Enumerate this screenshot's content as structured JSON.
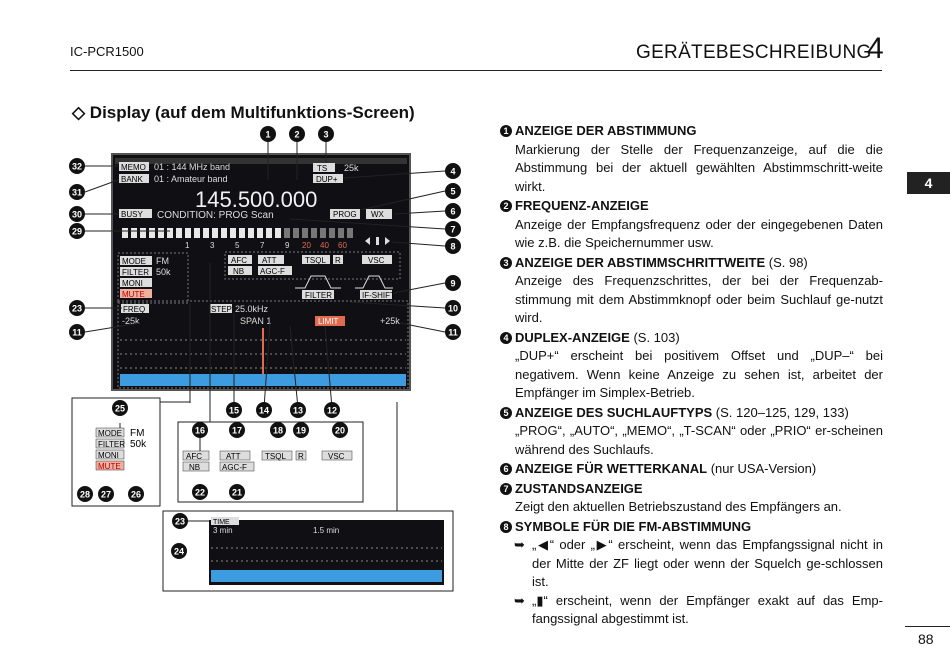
{
  "header": {
    "model": "IC-PCR1500",
    "title": "GERÄTEBESCHREIBUNG",
    "chapter": "4"
  },
  "chapter_tab": "4",
  "section_title": "◇ Display (auf dem Multifunktions-Screen)",
  "page_number": "88",
  "screen": {
    "memo_label": "MEMO",
    "memo_text": "01 : 144 MHz band",
    "bank_label": "BANK",
    "bank_text": "01 : Amateur band",
    "ts_label": "TS",
    "ts_value": "25k",
    "duplex": "DUP+",
    "frequency": "145.500.000",
    "busy": "BUSY",
    "condition": "CONDITION: PROG Scan",
    "prog": "PROG",
    "wx": "WX",
    "s_scale": [
      "1",
      "3",
      "5",
      "7",
      "9",
      "20",
      "40",
      "60"
    ],
    "mode_label": "MODE",
    "mode_value": "FM",
    "filter_label": "FILTER",
    "filter_value": "50k",
    "moni": "MONI",
    "mute": "MUTE",
    "afc": "AFC",
    "att": "ATT",
    "tsql": "TSQL",
    "r": "R",
    "vsc": "VSC",
    "nb": "NB",
    "agcf": "AGC-F",
    "filter_graph": "FILTER",
    "ifshift": "IF-SHIFT",
    "freq": "FREQ",
    "step": "STEP",
    "step_value": "25.0kHz",
    "span": "SPAN 1",
    "minus": "-25k",
    "plus": "+25k",
    "limit": "LIMIT"
  },
  "time_panel": {
    "label": "TIME",
    "left": "3 min",
    "mid": "1.5 min"
  },
  "callouts": [
    "1",
    "2",
    "3",
    "4",
    "5",
    "6",
    "7",
    "8",
    "9",
    "10",
    "11",
    "12",
    "13",
    "14",
    "15",
    "16",
    "17",
    "18",
    "19",
    "20",
    "21",
    "22",
    "23",
    "24",
    "25",
    "26",
    "27",
    "28",
    "29",
    "30",
    "31",
    "32"
  ],
  "items": [
    {
      "num": "1",
      "title": "ANZEIGE DER ABSTIMMUNG",
      "ref": "",
      "body": "Markierung der Stelle der Frequenzanzeige, auf die die Abstimmung bei der aktuell gewählten Abstimmschritt-weite wirkt."
    },
    {
      "num": "2",
      "title": "FREQUENZ-ANZEIGE",
      "ref": "",
      "body": "Anzeige der Empfangsfrequenz oder der eingegebenen Daten wie z.B. die Speichernummer usw."
    },
    {
      "num": "3",
      "title": "ANZEIGE DER ABSTIMMSCHRITTWEITE",
      "ref": " (S. 98)",
      "body": "Anzeige des Frequenzschrittes, der bei der Frequenzab-stimmung mit dem Abstimmknopf oder beim Suchlauf ge-nutzt wird."
    },
    {
      "num": "4",
      "title": "DUPLEX-ANZEIGE",
      "ref": " (S. 103)",
      "body": "„DUP+“ erscheint bei positivem Offset und „DUP–“ bei negativem. Wenn keine Anzeige zu sehen ist, arbeitet der Empfänger im Simplex-Betrieb."
    },
    {
      "num": "5",
      "title": "ANZEIGE DES SUCHLAUFTYPS",
      "ref": " (S. 120–125, 129, 133)",
      "body": "„PROG“, „AUTO“, „MEMO“, „T-SCAN“ oder „PRIO“ er-scheinen während des Suchlaufs."
    },
    {
      "num": "6",
      "title": "ANZEIGE FÜR WETTERKANAL",
      "ref": " (nur USA-Version)",
      "body": ""
    },
    {
      "num": "7",
      "title": "ZUSTANDSANZEIGE",
      "ref": "",
      "body": "Zeigt den aktuellen Betriebszustand des Empfängers an."
    },
    {
      "num": "8",
      "title": "SYMBOLE FÜR DIE FM-ABSTIMMUNG",
      "ref": "",
      "body": "",
      "bullets": [
        "„◀“ oder „▶“ erscheint, wenn das Empfangssignal nicht in der Mitte der ZF liegt oder wenn der Squelch ge-schlossen ist.",
        "„▮“ erscheint, wenn der Empfänger exakt auf das Emp-fangssignal abgestimmt ist."
      ]
    }
  ]
}
